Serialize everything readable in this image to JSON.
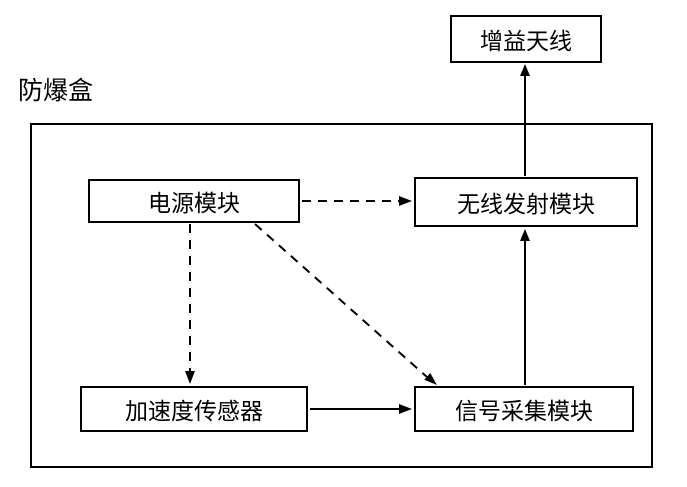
{
  "diagram": {
    "container_label": "防爆盒",
    "nodes": {
      "antenna": {
        "label": "增益天线"
      },
      "power": {
        "label": "电源模块"
      },
      "wireless": {
        "label": "无线发射模块"
      },
      "accel": {
        "label": "加速度传感器"
      },
      "signal": {
        "label": "信号采集模块"
      }
    },
    "connections": [
      {
        "from": "power",
        "to": "wireless",
        "style": "dashed"
      },
      {
        "from": "power",
        "to": "accel",
        "style": "dashed"
      },
      {
        "from": "power",
        "to": "signal",
        "style": "dashed"
      },
      {
        "from": "accel",
        "to": "signal",
        "style": "solid"
      },
      {
        "from": "signal",
        "to": "wireless",
        "style": "solid"
      },
      {
        "from": "wireless",
        "to": "antenna",
        "style": "solid"
      }
    ],
    "colors": {
      "line": "#000000",
      "background": "#ffffff"
    }
  }
}
